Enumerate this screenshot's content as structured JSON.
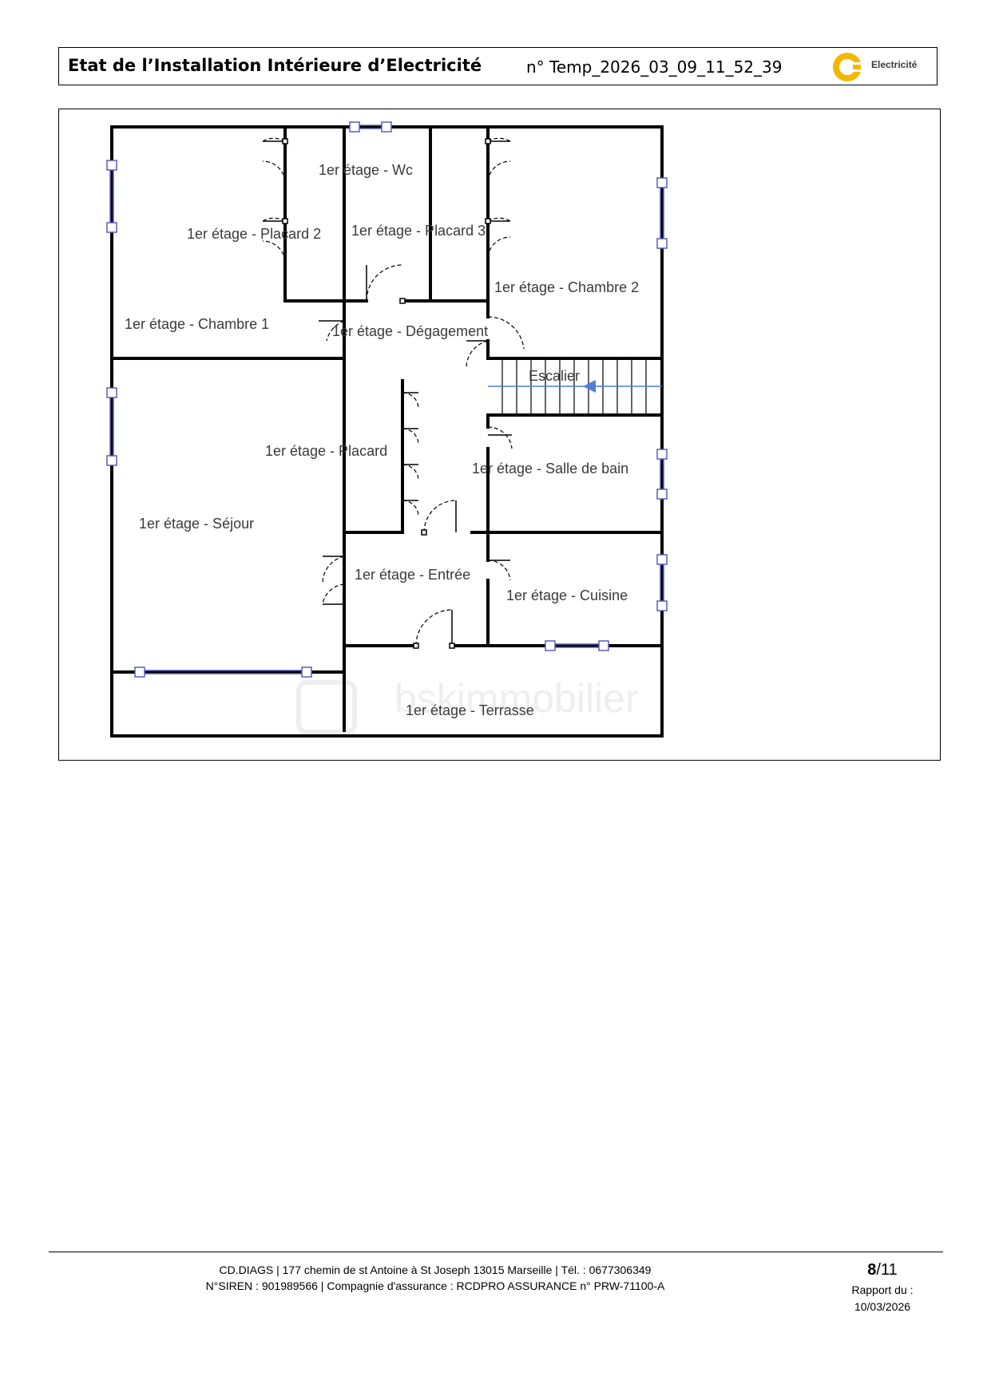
{
  "header": {
    "title": "Etat de l’Installation Intérieure d’Electricité",
    "number": "n° Temp_2026_03_09_11_52_39",
    "logo_label": "Electricité",
    "logo_icon": "cd-logo-icon",
    "logo_color": "#f2b800"
  },
  "plan": {
    "rooms": {
      "wc": "1er étage - Wc",
      "placard2": "1er étage - Placard 2",
      "placard3": "1er étage - Placard 3",
      "chambre1": "1er étage - Chambre 1",
      "chambre2": "1er étage - Chambre 2",
      "degagement": "1er étage - Dégagement",
      "escalier": "Escalier",
      "placard": "1er étage - Placard",
      "salle_de_bain": "1er étage - Salle de bain",
      "sejour": "1er étage - Séjour",
      "entree": "1er étage - Entrée",
      "cuisine": "1er étage - Cuisine",
      "terrasse": "1er étage - Terrasse"
    },
    "watermark": "bskimmobilier",
    "window_color": "#5a5fb5",
    "arrow_color": "#4f7fd6"
  },
  "footer": {
    "line1": "CD.DIAGS | 177 chemin de st Antoine à St Joseph 13015 Marseille | Tél. : 0677306349",
    "line2": "N°SIREN : 901989566 | Compagnie d'assurance : RCDPRO ASSURANCE n° PRW-71100-A",
    "page_current": "8",
    "page_total": "/11",
    "report_label": "Rapport du :",
    "report_date": "10/03/2026"
  }
}
